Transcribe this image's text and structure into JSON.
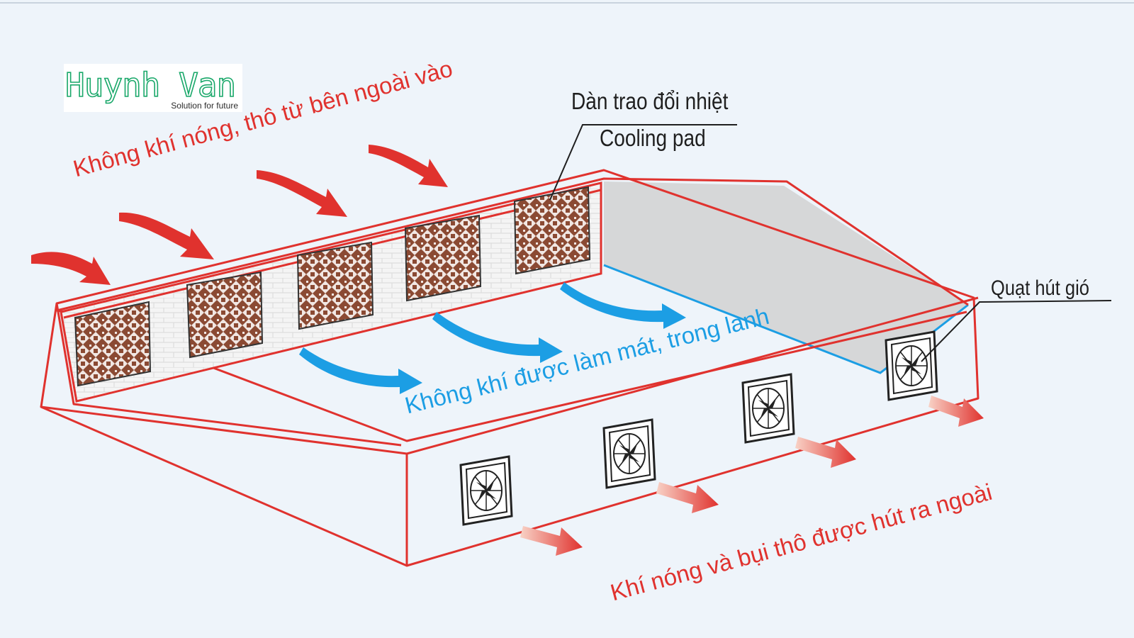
{
  "logo": {
    "brand": "Huynh Van",
    "tagline": "Solution for future",
    "brand_color": "#1aa86a"
  },
  "labels": {
    "hot_air_in": "Không khí nóng, thô từ bên ngoài vào",
    "cooling_pad_vi": "Dàn trao đổi nhiệt",
    "cooling_pad_en": "Cooling pad",
    "cooled_air": "Không khí được làm mát, trong lành",
    "exhaust_fan": "Quạt hút gió",
    "hot_air_out": "Khí nóng và bụi thô được hút ra ngoài"
  },
  "colors": {
    "background": "#eef4fa",
    "outline": "#e0322e",
    "cool_air": "#1c9ee4",
    "hot_air": "#e0322e",
    "pad": "#8b4a33",
    "fan": "#222222",
    "shade": "#d6d7d8"
  },
  "icons": [
    "hot-air-arrow-icon",
    "cool-air-arrow-icon",
    "exhaust-arrow-icon",
    "cooling-pad-icon",
    "exhaust-fan-icon"
  ]
}
